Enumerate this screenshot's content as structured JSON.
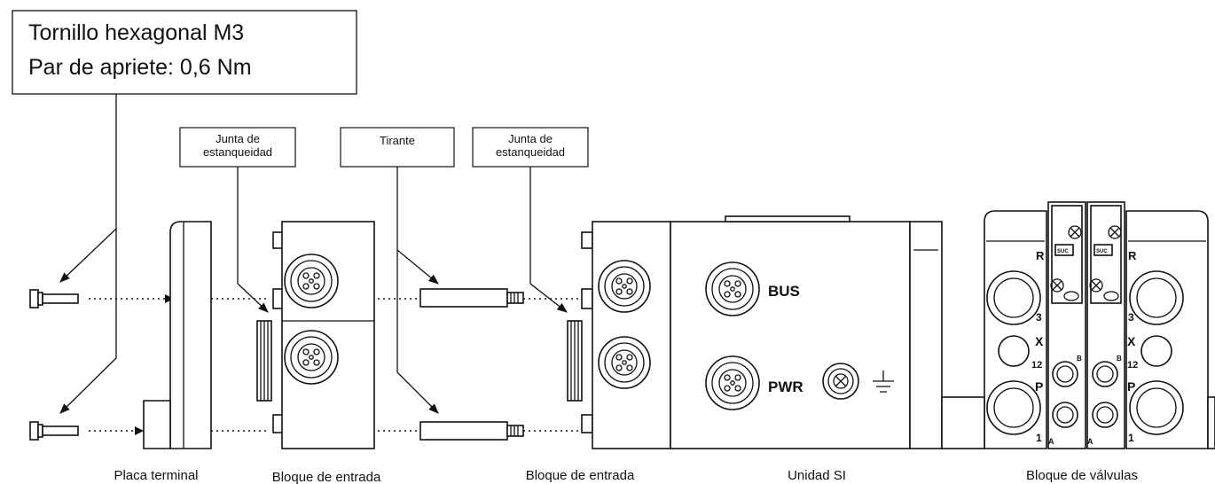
{
  "callouts": {
    "screw_line1": "Tornillo hexagonal M3",
    "screw_line2": "Par de apriete: 0,6 Nm",
    "gasket1_line1": "Junta de",
    "gasket1_line2": "estanqueidad",
    "tie_rod": "Tirante",
    "gasket2_line1": "Junta de",
    "gasket2_line2": "estanqueidad"
  },
  "connectors": {
    "bus": "BUS",
    "pwr": "PWR"
  },
  "valve_ports": {
    "r_left": "R",
    "r_right": "R",
    "p3_left": "3",
    "p3_right": "3",
    "x_left": "X",
    "x_right": "X",
    "p12_left": "12",
    "p12_right": "12",
    "p_left": "P",
    "p_right": "P",
    "p1_left": "1",
    "p1_right": "1",
    "b1": "B",
    "b2": "B",
    "a1": "A",
    "a2": "A",
    "sol1": "SUC",
    "sol2": "SUC"
  },
  "labels": {
    "end_plate": "Placa terminal",
    "input_block_1": "Bloque de entrada",
    "input_block_2": "Bloque de entrada",
    "si_unit": "Unidad SI",
    "valve_manifold": "Bloque de válvulas"
  }
}
